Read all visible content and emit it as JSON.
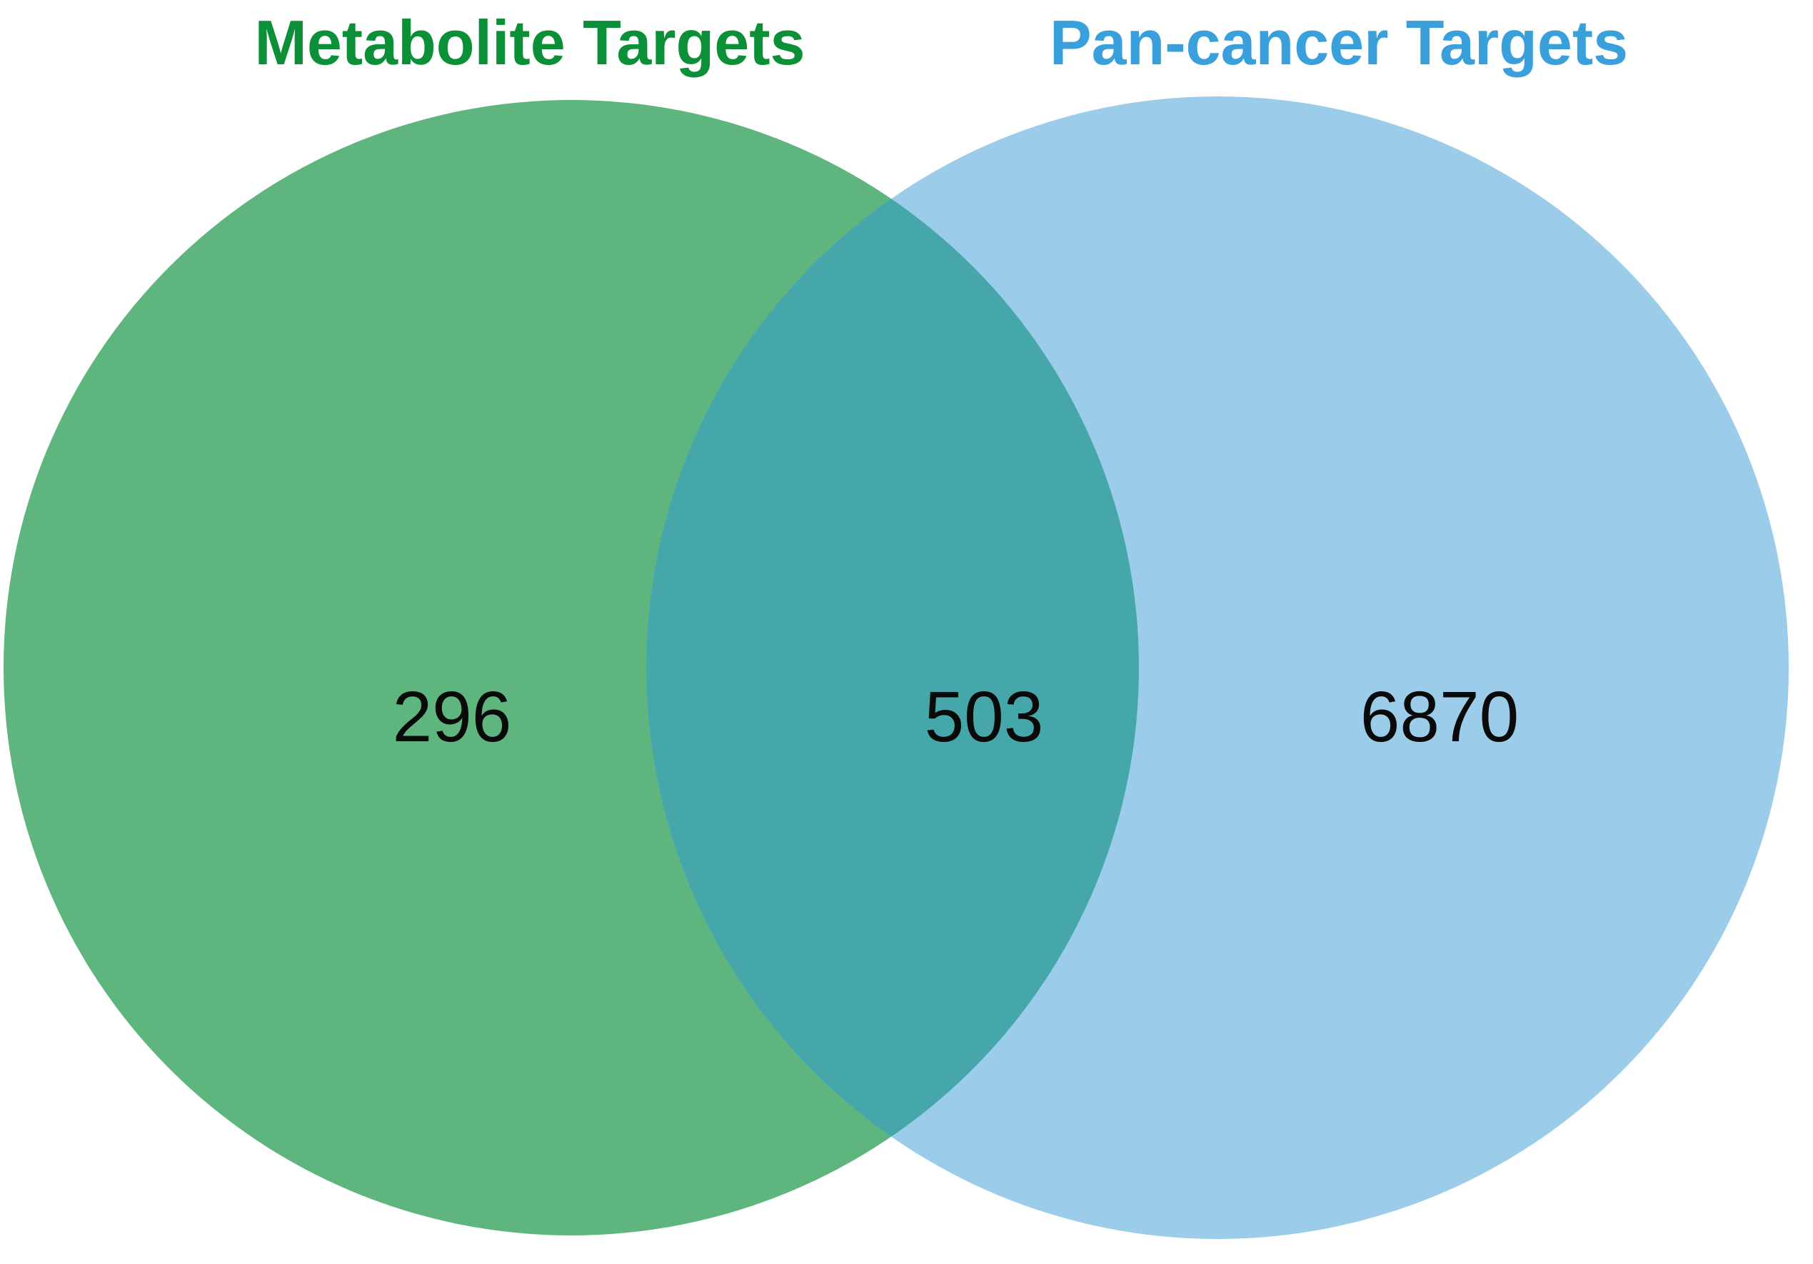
{
  "figure": {
    "kind": "venn-diagram",
    "left_set": {
      "title": "Metabolite Targets",
      "exclusive_count": "296"
    },
    "right_set": {
      "title": "Pan-cancer Targets",
      "exclusive_count": "6870"
    },
    "overlap": {
      "count": "503"
    }
  },
  "colors": {
    "background": "#ffffff",
    "left_title_text": "#0b9038",
    "right_title_text": "#3aa0dc",
    "left_circle_fill": "#5eb57d",
    "right_circle_fill": "#9bcdeb",
    "overlap_fill": "#45a7a9",
    "count_text": "#0a0a0a"
  },
  "chart_data": {
    "type": "venn",
    "title": "",
    "sets": [
      {
        "label": "Metabolite Targets",
        "color": "#5eb57d",
        "label_color": "#0b9038"
      },
      {
        "label": "Pan-cancer Targets",
        "color": "#9bcdeb",
        "label_color": "#3aa0dc"
      }
    ],
    "regions": [
      {
        "sets": [
          "Metabolite Targets"
        ],
        "value": 296
      },
      {
        "sets": [
          "Metabolite Targets",
          "Pan-cancer Targets"
        ],
        "value": 503
      },
      {
        "sets": [
          "Pan-cancer Targets"
        ],
        "value": 6870
      }
    ],
    "legend_position": "titles-above-circles",
    "grid": false
  }
}
